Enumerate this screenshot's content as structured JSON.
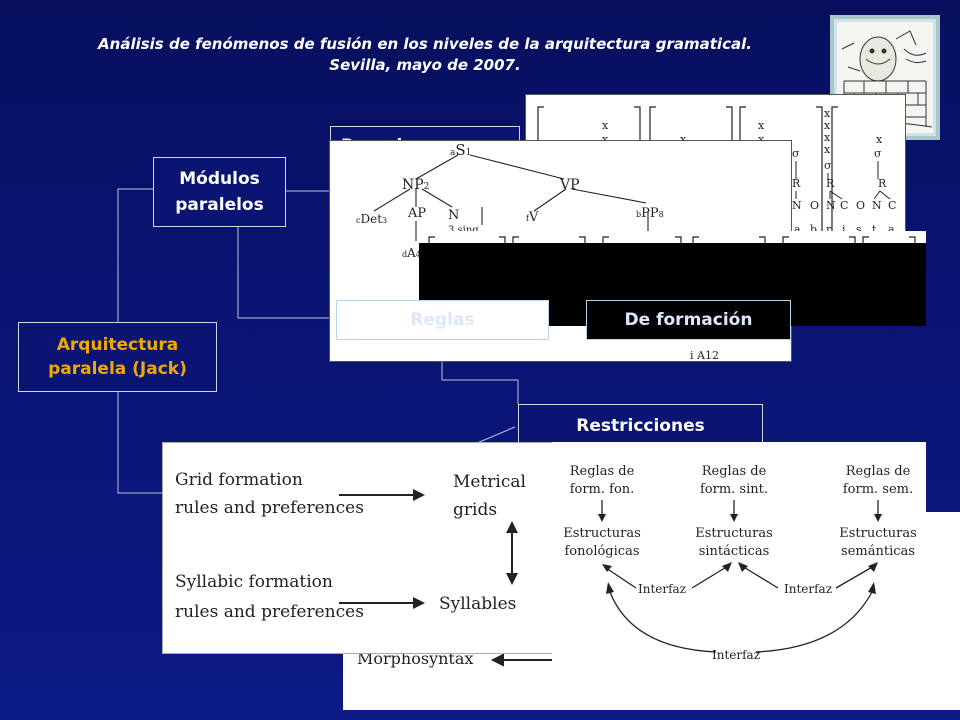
{
  "header": {
    "line1": "Análisis de fenómenos de fusión en los niveles de la arquitectura gramatical.",
    "line2": "Sevilla, mayo de 2007."
  },
  "boxes": {
    "modulos_line1": "Módulos",
    "modulos_line2": "paralelos",
    "arq_line1": "Arquitectura",
    "arq_line2": "paralela (Jack)",
    "restricciones": "Restricciones",
    "reglas": "Reglas",
    "de_formacion": "De formación",
    "hidden_partial": "Rep. de"
  },
  "figure_grid": {
    "grid_formation": "Grid formation",
    "rules_and_prefs_1": "rules and preferences",
    "metrical": "Metrical",
    "grids": "grids",
    "syllabic_formation": "Syllabic formation",
    "rules_and_prefs_2": "rules and preferences",
    "syllables": "Syllables",
    "morphosyntax": "Morphosyntax"
  },
  "figure_arch": {
    "reglas_fon_1": "Reglas de",
    "reglas_fon_2": "form. fon.",
    "reglas_sint_1": "Reglas de",
    "reglas_sint_2": "form. sint.",
    "reglas_sem_1": "Reglas de",
    "reglas_sem_2": "form. sem.",
    "estr_fon_1": "Estructuras",
    "estr_fon_2": "fonológicas",
    "estr_sint_1": "Estructuras",
    "estr_sint_2": "sintácticas",
    "estr_sem_1": "Estructuras",
    "estr_sem_2": "semánticas",
    "interfaz_left": "Interfaz",
    "interfaz_right": "Interfaz",
    "interfaz_bottom": "Interfaz"
  },
  "figure_tree": {
    "s": "S",
    "np": "NP",
    "vp": "VP",
    "det": "Det",
    "ap": "AP",
    "n": "N",
    "v": "V",
    "pp": "PP",
    "a": "A",
    "sing": "3 sing"
  },
  "colors": {
    "background": "#0a1472",
    "title_text": "#ffffff",
    "accent_box_text": "#f0a800"
  }
}
